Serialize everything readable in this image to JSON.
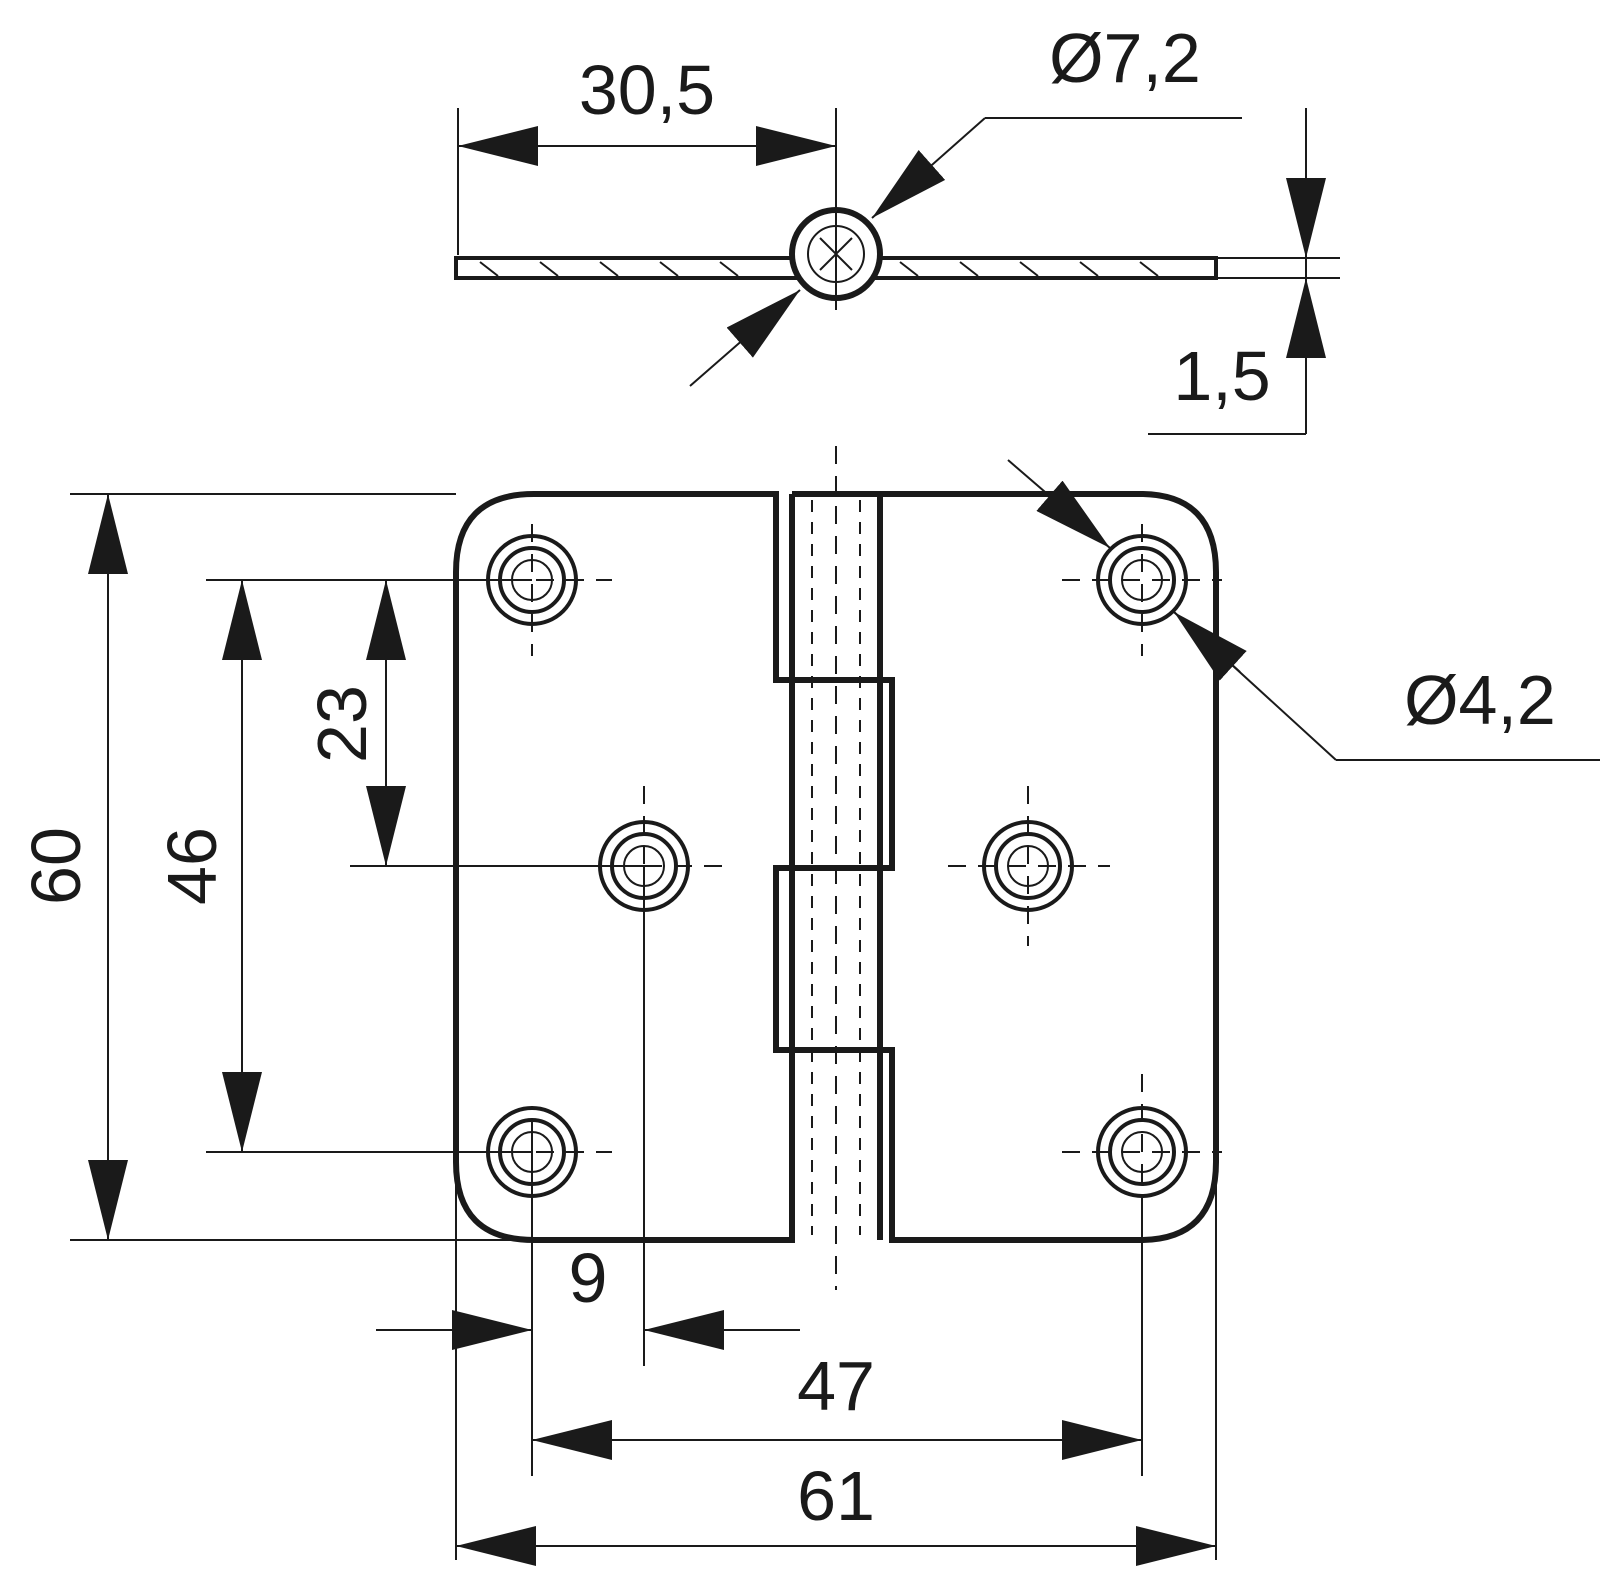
{
  "dimensions": {
    "top_width": "30,5",
    "pin_diameter": "Ø7,2",
    "thickness": "1,5",
    "height_total": "60",
    "hole_span_vertical": "46",
    "hole_offset_vertical": "23",
    "hole_offset_horizontal": "9",
    "hole_span_horizontal": "47",
    "width_total": "61",
    "hole_diameter": "Ø4,2"
  },
  "colors": {
    "line": "#1a1a1a",
    "background": "#ffffff"
  }
}
